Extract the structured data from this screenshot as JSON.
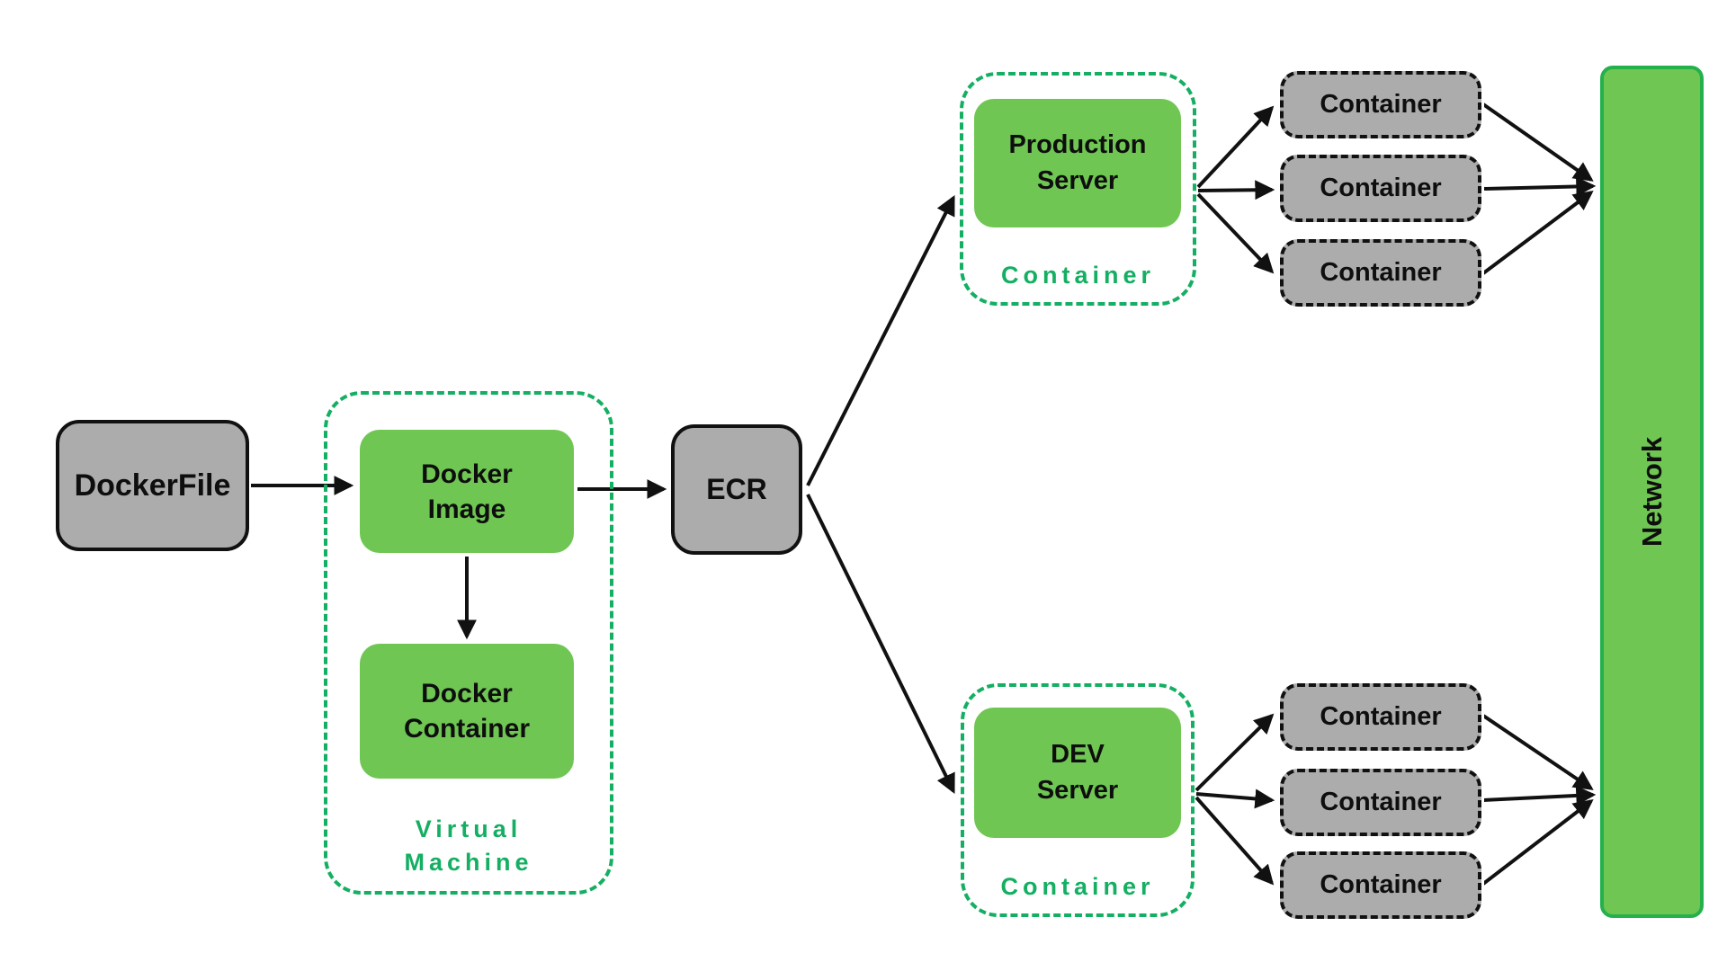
{
  "palette": {
    "node_green": "#6FC653",
    "node_gray": "#ACACAC",
    "group_dash_green": "#14AF62",
    "network_border_green": "#24B14C",
    "arrow_color": "#111111",
    "text_color": "#0e0e0e"
  },
  "nodes": {
    "dockerfile": "DockerFile",
    "docker_image": "Docker Image",
    "docker_container": "Docker Container",
    "ecr": "ECR",
    "production_server": "Production Server",
    "dev_server": "DEV Server",
    "network": "Network"
  },
  "groups": {
    "virtual_machine": {
      "label": "Virtual Machine"
    },
    "production": {
      "label": "Container"
    },
    "dev": {
      "label": "Container"
    }
  },
  "production_containers": [
    "Container",
    "Container",
    "Container"
  ],
  "dev_containers": [
    "Container",
    "Container",
    "Container"
  ]
}
